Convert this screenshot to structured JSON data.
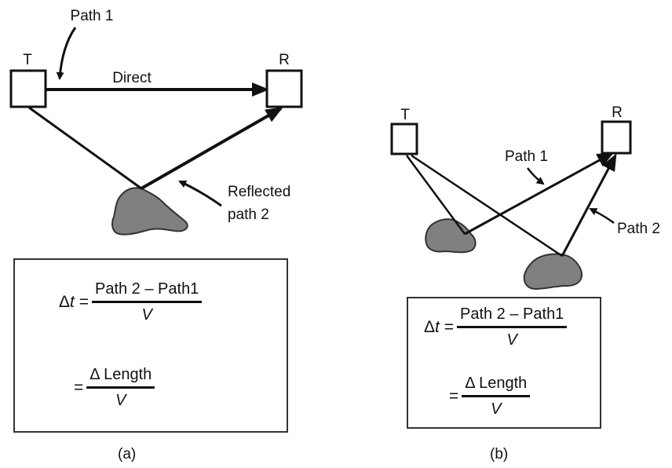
{
  "panel_a": {
    "transmitter": "T",
    "receiver": "R",
    "direct_label": "Direct",
    "path1_label": "Path 1",
    "reflected_label_line1": "Reflected",
    "reflected_label_line2": "path 2",
    "equation": {
      "lhs_delta": "Δ",
      "lhs_var": "t",
      "eq": "=",
      "num1": "Path 2 – Path1",
      "den1": "V",
      "num2": "Δ Length",
      "den2": "V"
    },
    "caption": "(a)"
  },
  "panel_b": {
    "transmitter": "T",
    "receiver": "R",
    "path1_label": "Path 1",
    "path2_label": "Path 2",
    "equation": {
      "lhs_delta": "Δ",
      "lhs_var": "t",
      "eq": "=",
      "num1": "Path 2 – Path1",
      "den1": "V",
      "num2": "Δ Length",
      "den2": "V"
    },
    "caption": "(b)"
  },
  "colors": {
    "ink": "#111111",
    "obstacle": "#808080",
    "background": "#ffffff"
  }
}
